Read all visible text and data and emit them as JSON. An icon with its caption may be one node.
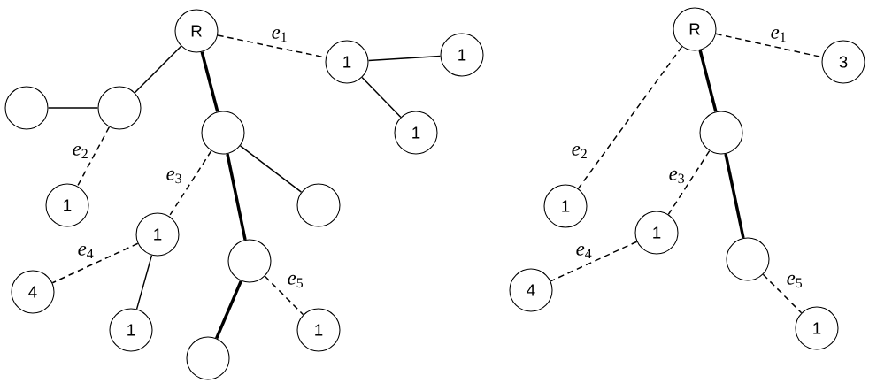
{
  "diagram": {
    "nodes": [
      {
        "text": [
          "R"
        ]
      },
      {
        "text": [
          "1"
        ]
      },
      {
        "text": [
          "1"
        ]
      },
      {
        "text": [
          "1"
        ]
      },
      {
        "text": [],
        "shape": "circle"
      },
      {
        "text": [],
        "shape": "circle"
      },
      {
        "text": [],
        "shape": "circle"
      },
      {
        "text": [
          "1"
        ]
      },
      {
        "text": [],
        "shape": "circle"
      },
      {
        "text": [
          "1"
        ]
      },
      {
        "text": [
          "4"
        ]
      },
      {
        "text": [],
        "shape": "circle"
      },
      {
        "text": [
          "1"
        ]
      },
      {
        "text": [
          "1"
        ]
      },
      {
        "text": [],
        "shape": "circle"
      },
      {
        "text": [
          "R"
        ]
      },
      {
        "text": [
          "3"
        ]
      },
      {
        "text": [],
        "shape": "circle"
      },
      {
        "text": [
          "1"
        ]
      },
      {
        "text": [
          "1"
        ]
      },
      {
        "text": [
          "4"
        ]
      },
      {
        "text": [],
        "shape": "circle"
      },
      {
        "text": [
          "1"
        ]
      }
    ],
    "edges": [
      {
        "from": 0,
        "to": 1,
        "arrow": "none",
        "style": "dashed",
        "label": "*e*$_{1}$"
      },
      {
        "from": 1,
        "to": 2,
        "arrow": "none"
      },
      {
        "from": 1,
        "to": 3,
        "arrow": "none"
      },
      {
        "from": 4,
        "to": 5,
        "arrow": "none"
      },
      {
        "from": 0,
        "to": 5,
        "arrow": "none"
      },
      {
        "from": 0,
        "to": 6,
        "arrow": "none",
        "style": "thick"
      },
      {
        "from": 5,
        "to": 7,
        "arrow": "none",
        "style": "dashed",
        "label": "*e*$_{2}$"
      },
      {
        "from": 6,
        "to": 8,
        "arrow": "none"
      },
      {
        "from": 6,
        "to": 9,
        "arrow": "none",
        "style": "dashed",
        "label": "*e*$_{3}$"
      },
      {
        "from": 6,
        "to": 11,
        "arrow": "none",
        "style": "thick"
      },
      {
        "from": 9,
        "to": 10,
        "arrow": "none",
        "style": "dashed",
        "label": "*e*$_{4}$"
      },
      {
        "from": 9,
        "to": 12,
        "arrow": "none"
      },
      {
        "from": 11,
        "to": 14,
        "arrow": "none",
        "style": "thick"
      },
      {
        "from": 11,
        "to": 13,
        "arrow": "none",
        "style": "dashed",
        "label": "*e*$_{5}$"
      },
      {
        "from": 15,
        "to": 16,
        "arrow": "none",
        "style": "dashed",
        "label": "*e*$_{1}$"
      },
      {
        "from": 15,
        "to": 18,
        "arrow": "none",
        "style": "dashed",
        "label": "*e*$_{2}$"
      },
      {
        "from": 15,
        "to": 17,
        "arrow": "none",
        "style": "thick"
      },
      {
        "from": 17,
        "to": 19,
        "arrow": "none",
        "style": "dashed",
        "label": "*e*$_{3}$"
      },
      {
        "from": 17,
        "to": 21,
        "arrow": "none",
        "style": "thick"
      },
      {
        "from": 19,
        "to": 20,
        "arrow": "none",
        "style": "dashed",
        "label": "*e*$_{4}$"
      },
      {
        "from": 21,
        "to": 22,
        "arrow": "none",
        "style": "dashed",
        "label": "*e*$_{5}$"
      }
    ]
  }
}
